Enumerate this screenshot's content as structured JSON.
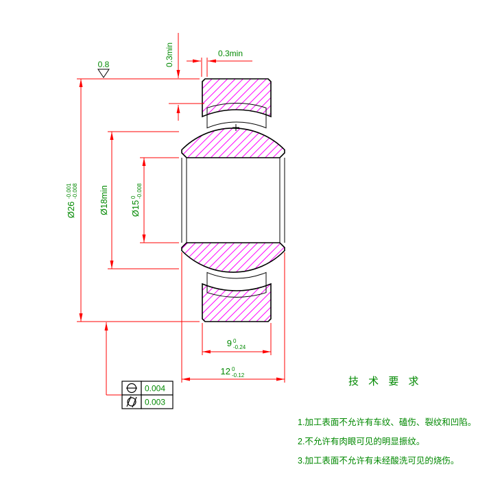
{
  "colors": {
    "hatch": "#ff00ff",
    "dimension_line": "#ff0000",
    "dimension_text": "#008800",
    "outline": "#000000",
    "background": "#ffffff"
  },
  "surface_finish": {
    "value": "0.8"
  },
  "dims": {
    "gap_top_vertical": "0.3min",
    "gap_top_horizontal": "0.3min",
    "outer_dia": {
      "base": "Ø26",
      "upper": "-0.001",
      "lower": "-0.008"
    },
    "sphere_dia": "Ø18min",
    "bore_dia": {
      "base": "Ø15",
      "upper": "0",
      "lower": "-0.008"
    },
    "outer_ring_width": {
      "base": "9",
      "upper": "0",
      "lower": "-0.24"
    },
    "inner_ring_width": {
      "base": "12",
      "upper": "0",
      "lower": "-0.12"
    }
  },
  "tolerance_frames": [
    {
      "symbol": "circularity-icon",
      "value": "0.004"
    },
    {
      "symbol": "cylindricity-icon",
      "value": "0.003"
    }
  ],
  "tech_req": {
    "title": "技 术 要 求",
    "items": [
      "1.加工表面不允许有车纹、磕伤、裂纹和凹陷。",
      "2.不允许有肉眼可见的明显振纹。",
      "3.加工表面不允许有未经酸洗可见的烧伤。"
    ]
  }
}
